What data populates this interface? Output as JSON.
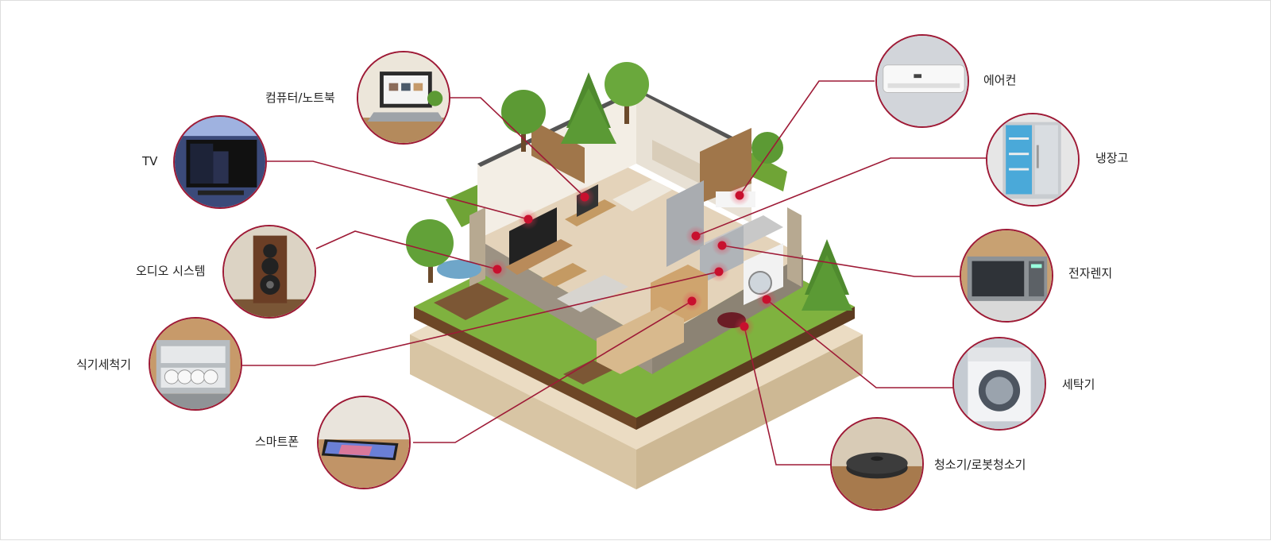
{
  "appliances": {
    "computer": "컴퓨터/노트북",
    "tv": "TV",
    "audio": "오디오 시스템",
    "dishwasher": "식기세척기",
    "smartphone": "스마트폰",
    "aircon": "에어컨",
    "fridge": "냉장고",
    "microwave": "전자렌지",
    "washer": "세탁기",
    "vacuum": "청소기/로봇청소기"
  },
  "colors": {
    "accent": "#9e1a36",
    "hotspot": "#c8102e",
    "base": "#e6d5bc",
    "grass": "#7fb23f",
    "wall": "#f1ece3"
  }
}
